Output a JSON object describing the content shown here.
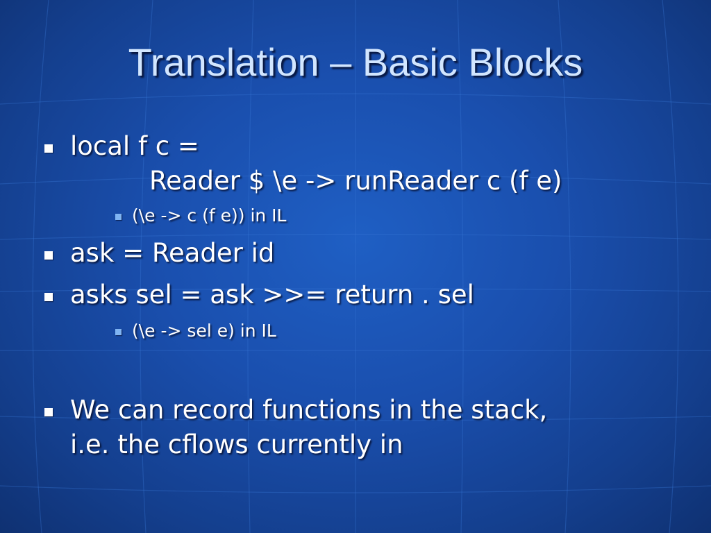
{
  "slide": {
    "title": "Translation – Basic Blocks",
    "bullets": [
      {
        "level": 1,
        "lines": [
          "local f c =",
          "Reader $ \\e -> runReader c (f e)"
        ]
      },
      {
        "level": 2,
        "lines": [
          "(\\e -> c (f e)) in IL"
        ]
      },
      {
        "level": 1,
        "lines": [
          "ask = Reader id"
        ]
      },
      {
        "level": 1,
        "lines": [
          "asks sel = ask >>= return . sel"
        ]
      },
      {
        "level": 2,
        "lines": [
          "(\\e -> sel e) in IL"
        ]
      },
      {
        "level": 1,
        "lines": [
          "We can record functions in the stack,",
          "i.e. the cflows currently in"
        ]
      }
    ]
  },
  "colors": {
    "title": "#d2e6ff",
    "text": "#ffffff",
    "sub_bullet": "#7fb4f2",
    "background": "#1a4fae"
  }
}
